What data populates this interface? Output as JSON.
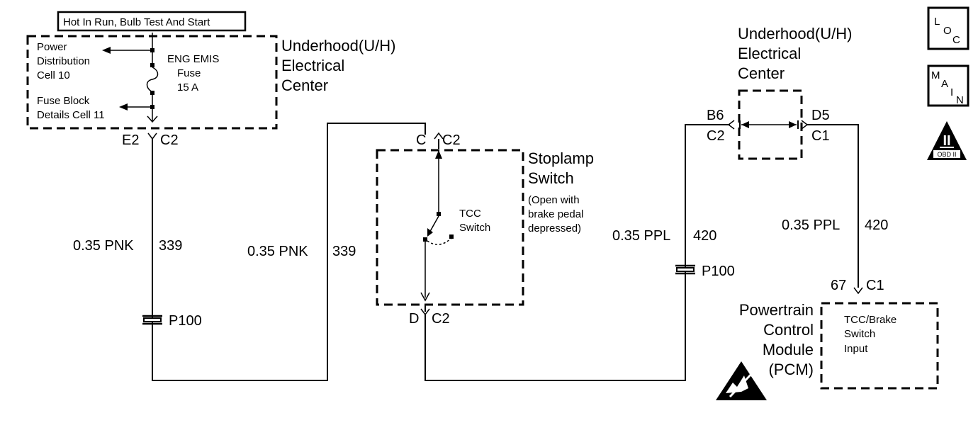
{
  "header": {
    "hot_label": "Hot In Run, Bulb Test And Start"
  },
  "uh_left": {
    "title": [
      "Underhood(U/H)",
      "Electrical",
      "Center"
    ],
    "power_dist": [
      "Power",
      "Distribution",
      "Cell 10"
    ],
    "fuse_block": [
      "Fuse Block",
      "Details Cell 11"
    ],
    "fuse": [
      "ENG EMIS",
      "Fuse",
      "15 A"
    ],
    "connector_pin": "E2",
    "connector_id": "C2"
  },
  "wire_left": {
    "size_color": "0.35 PNK",
    "circuit": "339"
  },
  "splice_left": {
    "label": "P100"
  },
  "wire_mid": {
    "size_color": "0.35 PNK",
    "circuit": "339"
  },
  "stoplamp": {
    "title": [
      "Stoplamp",
      "Switch"
    ],
    "note": [
      "(Open with",
      "brake pedal",
      "depressed)"
    ],
    "switch": [
      "TCC",
      "Switch"
    ],
    "top_pin": "C",
    "top_conn": "C2",
    "bottom_pin": "D",
    "bottom_conn": "C2"
  },
  "wire_ppl_left": {
    "size_color": "0.35 PPL",
    "circuit": "420"
  },
  "splice_right": {
    "label": "P100"
  },
  "uh_right": {
    "title": [
      "Underhood(U/H)",
      "Electrical",
      "Center"
    ],
    "left_pin": "B6",
    "left_conn": "C2",
    "right_pin": "D5",
    "right_conn": "C1"
  },
  "wire_ppl_right": {
    "size_color": "0.35 PPL",
    "circuit": "420"
  },
  "pcm": {
    "pin": "67",
    "conn": "C1",
    "title": [
      "Powertrain",
      "Control",
      "Module",
      "(PCM)"
    ],
    "input": [
      "TCC/Brake",
      "Switch",
      "Input"
    ]
  },
  "symbols": {
    "loc": {
      "L": "L",
      "O": "O",
      "C": "C"
    },
    "main": {
      "M": "M",
      "A": "A",
      "I": "I",
      "N": "N"
    },
    "obd": {
      "numeral": "II",
      "label": "OBD II"
    }
  }
}
